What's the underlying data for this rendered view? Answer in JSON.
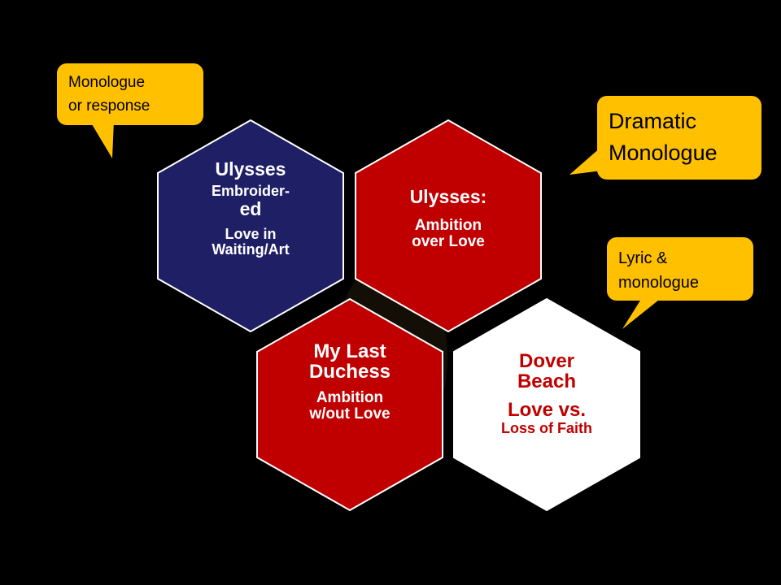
{
  "hexagons": [
    {
      "title": "Ulysses",
      "subtitle": "Embroider-",
      "subtitle2": "ed",
      "body": "Love in Waiting/Art",
      "fill": "#1f1f66",
      "text_color": "#ffffff"
    },
    {
      "title": "Ulysses:",
      "body": "Ambition over Love",
      "fill": "#c00000",
      "text_color": "#ffffff"
    },
    {
      "title": "My Last Duchess",
      "body": "Ambition w/out Love",
      "fill": "#c00000",
      "text_color": "#ffffff"
    },
    {
      "title": "Dover Beach",
      "body": "Love vs.",
      "body2": "Loss of Faith",
      "fill": "#ffffff",
      "text_color": "#c00000"
    }
  ],
  "callouts": [
    {
      "line1": "Monologue",
      "line2": "or response"
    },
    {
      "line1": "Dramatic",
      "line2": "Monologue"
    },
    {
      "line1": "Lyric &",
      "line2": "monologue"
    }
  ],
  "colors": {
    "background": "#000000",
    "callout": "#ffc000",
    "navy": "#1f1f66",
    "red": "#c00000"
  }
}
